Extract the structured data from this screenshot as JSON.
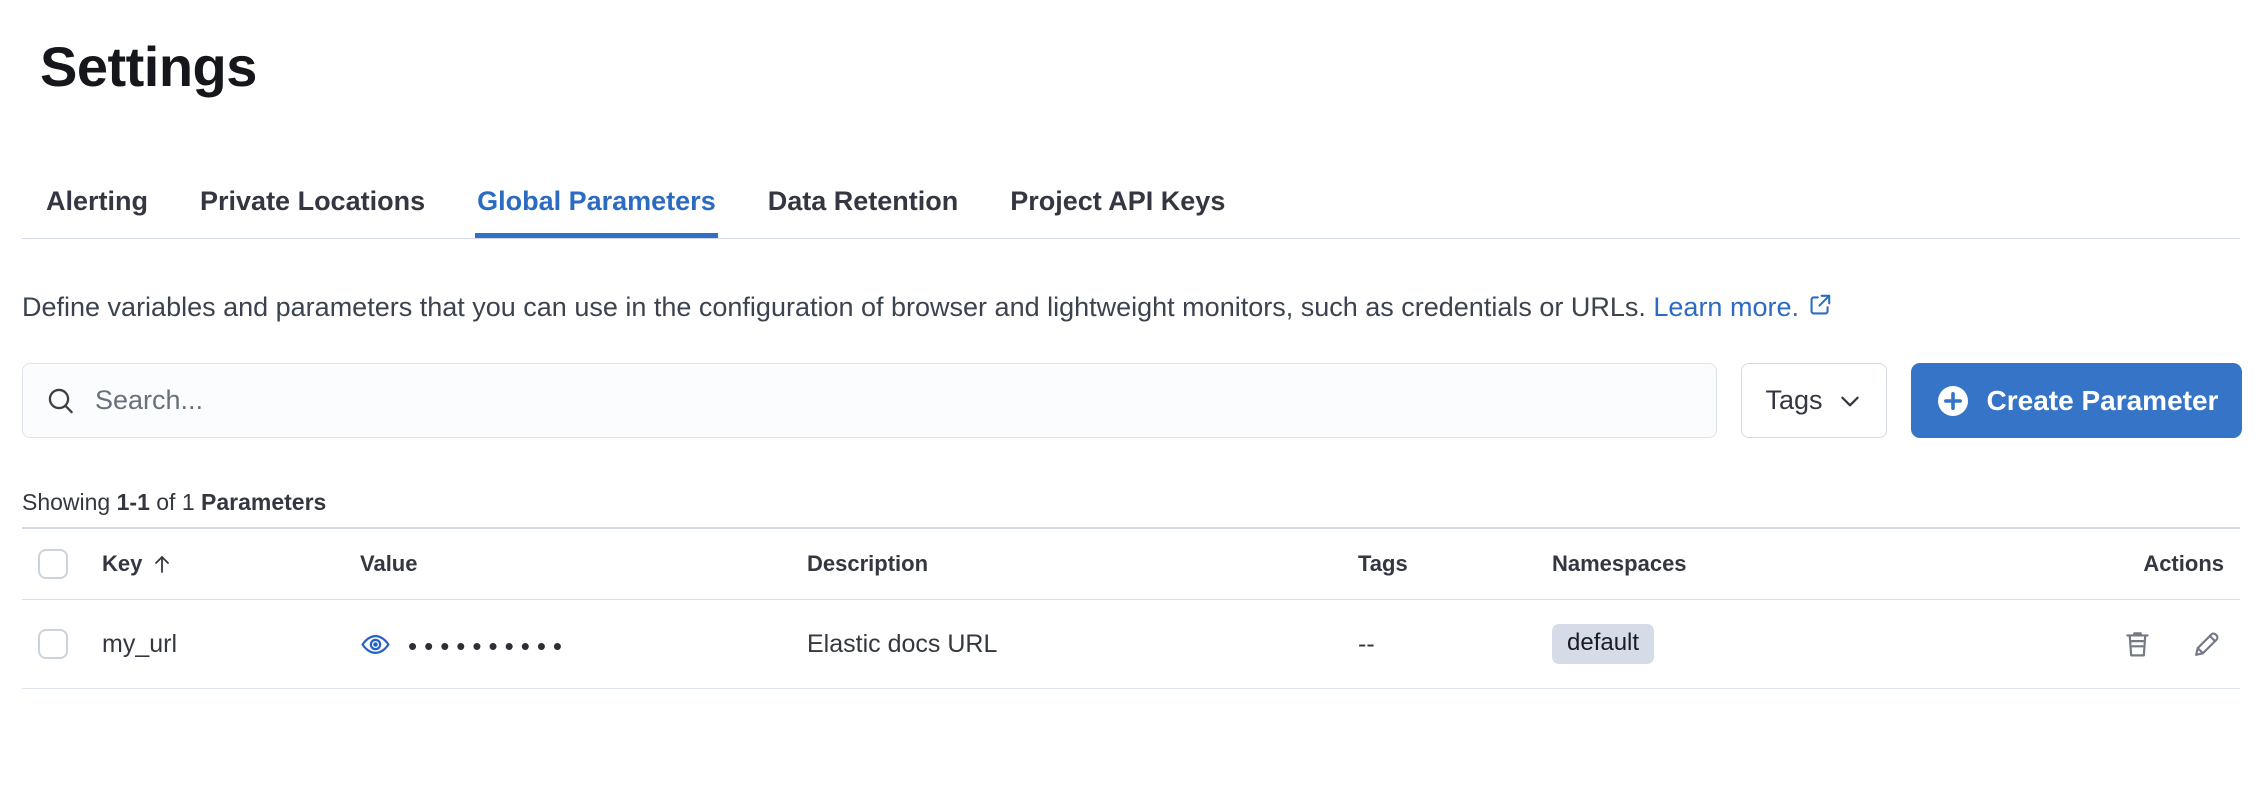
{
  "page": {
    "title": "Settings"
  },
  "tabs": [
    {
      "label": "Alerting",
      "active": false
    },
    {
      "label": "Private Locations",
      "active": false
    },
    {
      "label": "Global Parameters",
      "active": true
    },
    {
      "label": "Data Retention",
      "active": false
    },
    {
      "label": "Project API Keys",
      "active": false
    }
  ],
  "description": {
    "text": "Define variables and parameters that you can use in the configuration of browser and lightweight monitors, such as credentials or URLs.",
    "link_label": "Learn more."
  },
  "toolbar": {
    "search_placeholder": "Search...",
    "search_value": "",
    "tags_label": "Tags",
    "create_label": "Create Parameter"
  },
  "summary": {
    "showing": "Showing",
    "range": "1-1",
    "of": "of 1",
    "entity": "Parameters"
  },
  "table": {
    "columns": [
      "Key",
      "Value",
      "Description",
      "Tags",
      "Namespaces",
      "Actions"
    ],
    "sort": {
      "column": "Key",
      "direction": "ascending"
    },
    "rows": [
      {
        "key": "my_url",
        "value_masked": "••••••••••",
        "description": "Elastic docs URL",
        "tags": "--",
        "namespace": "default"
      }
    ]
  },
  "icons": {
    "search": "search-icon",
    "chevron": "chevron-down-icon",
    "plus": "plus-in-circle-icon",
    "external": "external-link-icon",
    "sort_up": "sort-ascending-arrow-icon",
    "eye": "eye-icon",
    "trash": "trash-icon",
    "pencil": "pencil-icon"
  },
  "colors": {
    "accent_button": "#3574c7",
    "link_blue": "#2c6bc2",
    "active_tab_underline": "#3170c6",
    "eye_icon_blue": "#2461c4",
    "badge_background": "#d5dbe7",
    "divider": "#d3dae6",
    "icon_gray": "#747a85",
    "placeholder_gray": "#69707d",
    "text": "#343741"
  }
}
